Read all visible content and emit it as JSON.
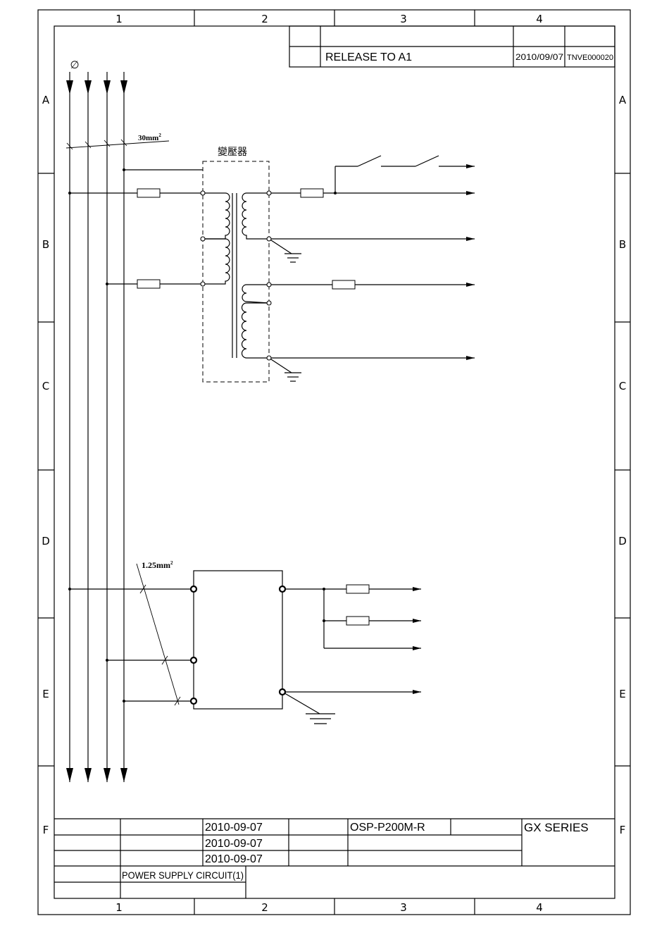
{
  "frame": {
    "columns": [
      "1",
      "2",
      "3",
      "4"
    ],
    "rows": [
      "A",
      "B",
      "C",
      "D",
      "E",
      "F"
    ]
  },
  "revision": {
    "description": "RELEASE TO A1",
    "date": "2010/09/07",
    "number": "TNVE000020"
  },
  "diagram": {
    "phase_symbol": "∅",
    "main_wire_size": "30mm",
    "main_wire_sup": "2",
    "transformer_label": "變壓器",
    "supply_wire_size": "1.25mm",
    "supply_wire_sup": "2"
  },
  "title_block": {
    "dates": [
      "2010-09-07",
      "2010-09-07",
      "2010-09-07"
    ],
    "model": "OSP-P200M-R",
    "series": "GX SERIES",
    "drawing_title": "POWER SUPPLY CIRCUIT(1)"
  },
  "colors": {
    "ink": "#000000",
    "paper": "#ffffff"
  }
}
